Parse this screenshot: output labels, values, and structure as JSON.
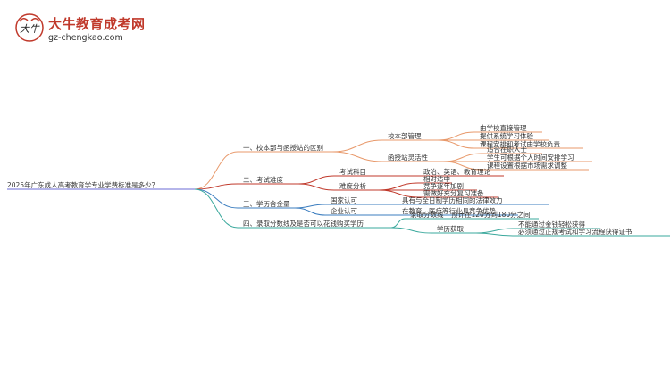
{
  "logo": {
    "title": "大牛教育成考网",
    "url": "gz-chengkao.com",
    "mark_text": "大牛"
  },
  "colors": {
    "branch1": "#e8996b",
    "branch2": "#c0392b",
    "branch3": "#3b7dbf",
    "branch4": "#3aa89c",
    "root": "#6b6bd6"
  },
  "root": {
    "label": "2025年广东成人高考教育学专业学费标准是多少？"
  },
  "branches": [
    {
      "label": "一、校本部与函授站的区别",
      "children": [
        {
          "label": "校本部管理",
          "children": [
            "由学校直接管理",
            "提供系统学习体验",
            "课程安排和考试由学校负责"
          ]
        },
        {
          "label": "函授站灵活性",
          "children": [
            "适合在职人士",
            "学生可根据个人时间安排学习",
            "课程设置根据市场需求调整"
          ]
        }
      ]
    },
    {
      "label": "二、考试难度",
      "children": [
        {
          "label": "考试科目",
          "children": [
            "政治、英语、教育理论"
          ]
        },
        {
          "label": "难度分析",
          "children": [
            "相对适中",
            "竞争逐年加剧",
            "需做好充分复习准备"
          ]
        }
      ]
    },
    {
      "label": "三、学历含金量",
      "children": [
        {
          "label": "国家认可",
          "children": [
            "具有与全日制学历相同的法律效力"
          ]
        },
        {
          "label": "企业认可",
          "children": [
            "在教育、医疗等行业具竞争优势"
          ]
        }
      ]
    },
    {
      "label": "四、录取分数线及是否可以花钱购买学历",
      "children": [
        {
          "label": "录取分数线",
          "children": [
            "预计在120分到180分之间"
          ]
        },
        {
          "label": "学历获取",
          "children": [
            "不能通过金钱轻松获得",
            "必须通过正规考试和学习流程获得证书"
          ]
        }
      ]
    }
  ]
}
